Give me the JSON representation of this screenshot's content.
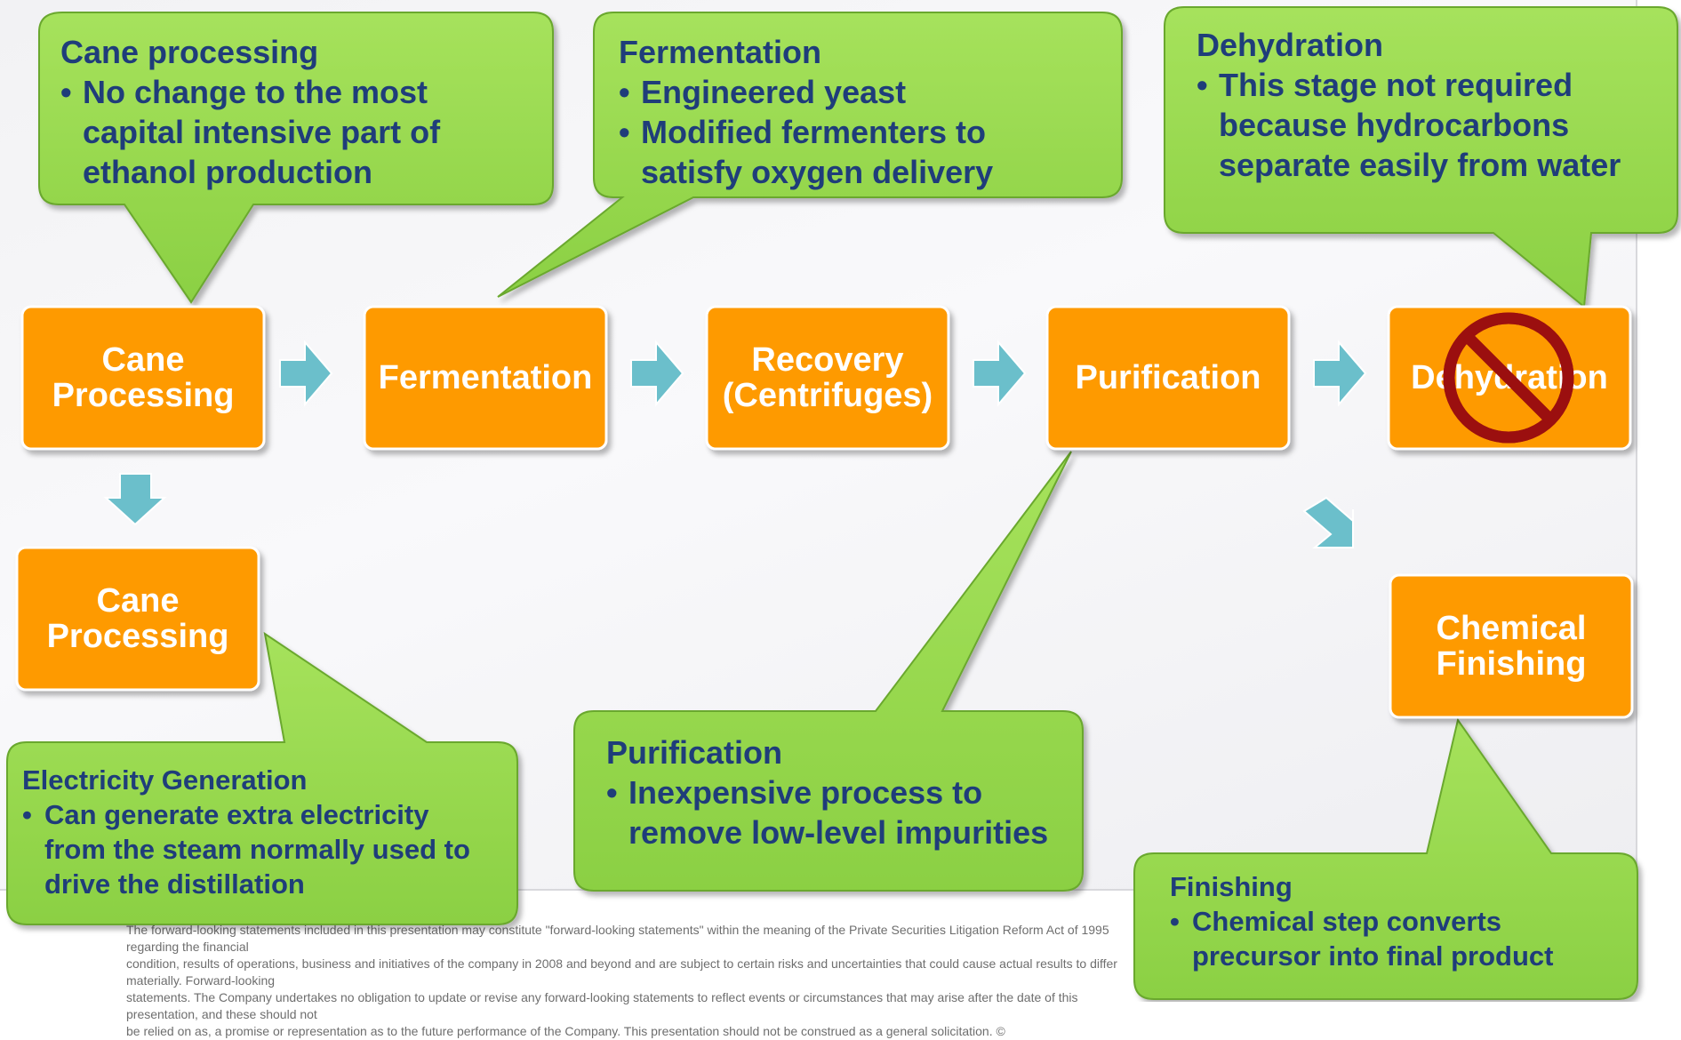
{
  "colors": {
    "process_box": "#fe9a00",
    "callout": "#94d84a",
    "callout_text": "#1f3d7a",
    "arrow": "#6bbfcb",
    "prohibition": "#9b0f0f"
  },
  "process_boxes": {
    "cane_processing": "Cane\nProcessing",
    "fermentation": "Fermentation",
    "recovery": "Recovery\n(Centrifuges)",
    "purification": "Purification",
    "dehydration": "Dehydration",
    "cane_processing_lower": "Cane\nProcessing",
    "chemical_finishing": "Chemical\nFinishing"
  },
  "callouts": {
    "cane_processing": {
      "title": "Cane processing",
      "bullets": [
        "No change to the most capital intensive part of ethanol production"
      ]
    },
    "fermentation": {
      "title": "Fermentation",
      "bullets": [
        "Engineered yeast",
        "Modified fermenters to satisfy oxygen delivery"
      ]
    },
    "dehydration": {
      "title": "Dehydration",
      "bullets": [
        "This stage not required because hydrocarbons separate easily from water"
      ]
    },
    "electricity": {
      "title": "Electricity Generation",
      "bullets": [
        "Can generate extra electricity from the steam normally used to drive the distillation"
      ]
    },
    "purification": {
      "title": "Purification",
      "bullets": [
        "Inexpensive process to remove low-level impurities"
      ]
    },
    "finishing": {
      "title": "Finishing",
      "bullets": [
        "Chemical step converts precursor into final product"
      ]
    }
  },
  "icons": {
    "flow_arrow": "arrow-right-icon",
    "prohibited": "prohibited-icon"
  },
  "disclaimer": "The forward-looking statements included in this presentation may constitute \"forward-looking statements\" within the meaning of the Private Securities Litigation Reform Act of 1995 regarding the financial\ncondition, results of operations, business and initiatives of the company in 2008 and beyond and are subject to certain risks and uncertainties that could cause actual results to differ materially. Forward-looking\nstatements. The Company undertakes no obligation to update or revise any forward-looking statements to reflect events or circumstances that may arise after the date of this presentation, and these should not\nbe relied on as, a promise or representation as to the future performance of the Company. This presentation should not be construed as a general solicitation. ©"
}
